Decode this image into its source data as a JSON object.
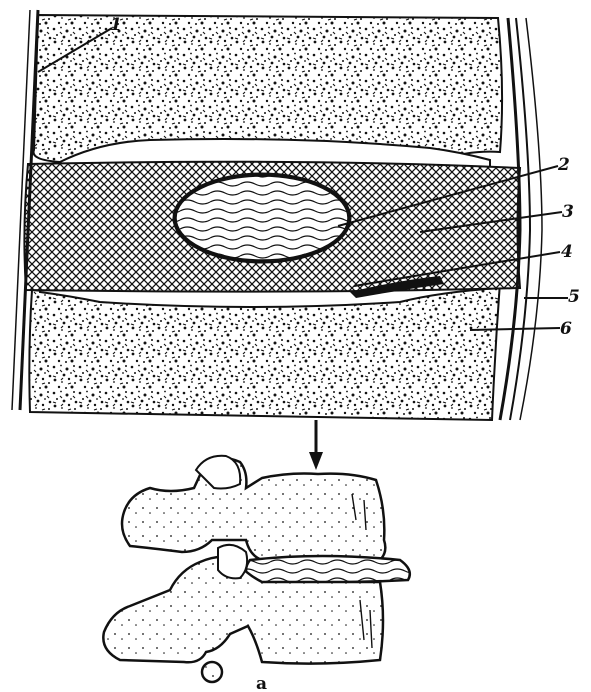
{
  "figure": {
    "callouts": [
      {
        "id": "1",
        "text": "1"
      },
      {
        "id": "2",
        "text": "2"
      },
      {
        "id": "3",
        "text": "3"
      },
      {
        "id": "4",
        "text": "4"
      },
      {
        "id": "5",
        "text": "5"
      },
      {
        "id": "6",
        "text": "6"
      }
    ],
    "panel_label": "a"
  },
  "colors": {
    "ink": "#111111",
    "bone_fill": "#ffffff",
    "disc_fill": "#d9d9d9"
  },
  "icons": {
    "load_arrow": "down-arrow-icon"
  }
}
